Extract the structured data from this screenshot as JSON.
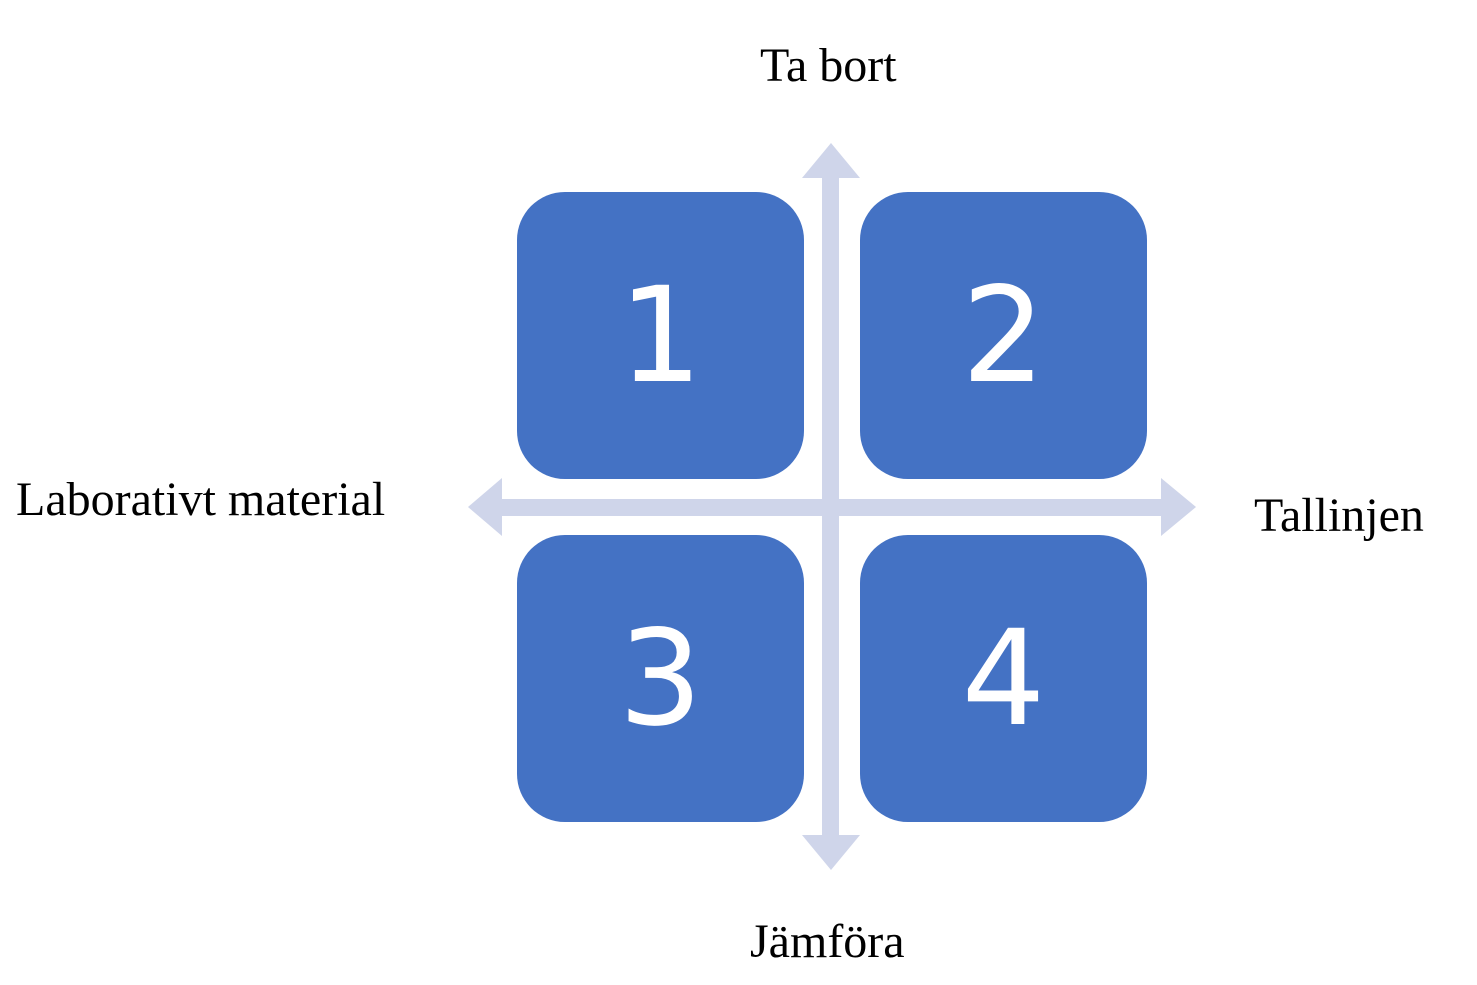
{
  "colors": {
    "box_fill": "#4472C4",
    "arrow_fill": "#CFD5EA",
    "number_color": "#FFFFFF",
    "label_color": "#000000"
  },
  "axes": {
    "top_label": "Ta bort",
    "bottom_label": "Jämföra",
    "left_label": "Laborativt material",
    "right_label": "Tallinjen"
  },
  "quadrants": [
    {
      "number": "1"
    },
    {
      "number": "2"
    },
    {
      "number": "3"
    },
    {
      "number": "4"
    }
  ]
}
